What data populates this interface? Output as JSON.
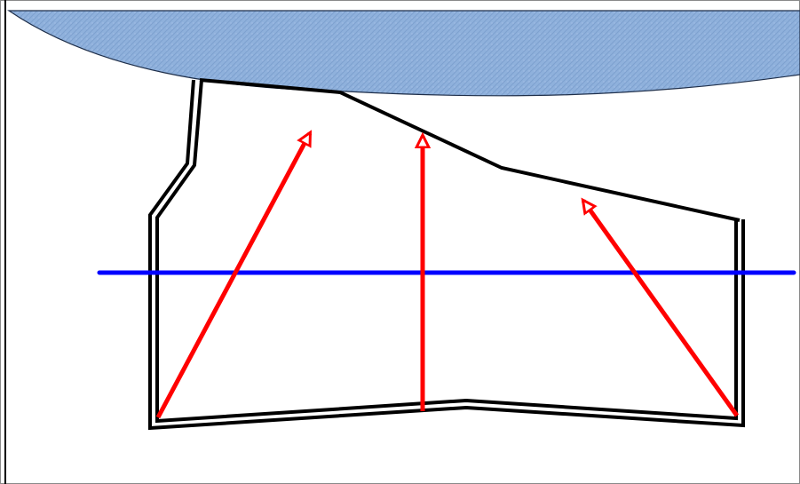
{
  "diagram": {
    "colors": {
      "background": "#ffffff",
      "frame_border": "#8a8a8a",
      "water_fill": "#8fb1dc",
      "water_texture": "#7ea1cf",
      "water_edge": "#1f2f4a",
      "outline": "#000000",
      "arrows": "#ff0000",
      "horizontal_line": "#0000ff"
    },
    "elements": {
      "water_body": "blue-textured-area",
      "outline_shape": "black-double-line-outline",
      "arrows": [
        "red-arrow-left",
        "red-arrow-center",
        "red-arrow-right"
      ],
      "horizontal_line": "blue-horizontal-line"
    }
  }
}
